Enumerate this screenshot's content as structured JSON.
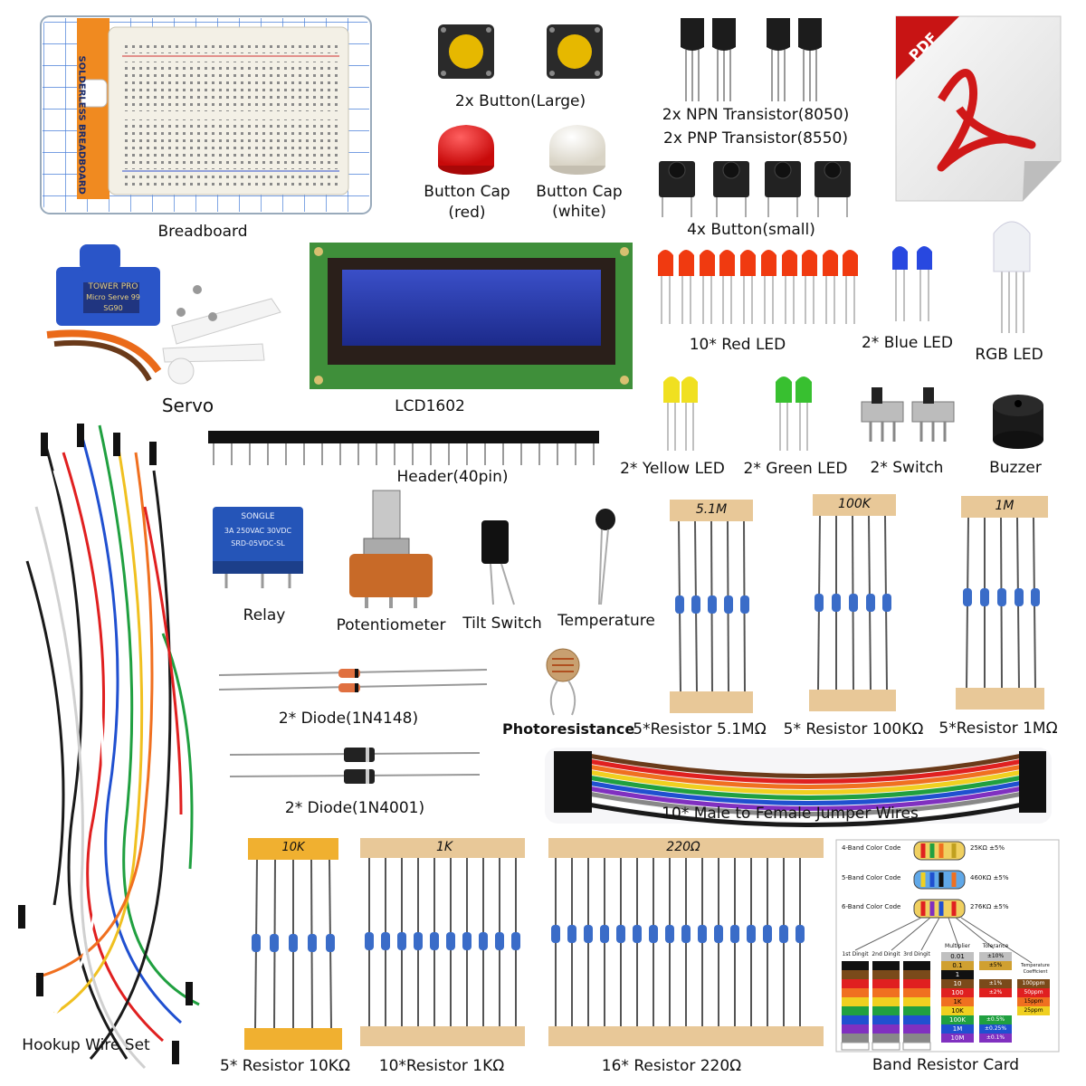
{
  "labels": {
    "breadboard": "Breadboard",
    "breadboard_side": "SOLDERLESS BREADBOARD",
    "button_large": "2x Button(Large)",
    "button_cap_red_1": "Button Cap",
    "button_cap_red_2": "(red)",
    "button_cap_white_1": "Button Cap",
    "button_cap_white_2": "(white)",
    "npn": "2x NPN Transistor(8050)",
    "pnp": "2x PNP Transistor(8550)",
    "button_small": "4x Button(small)",
    "pdf_badge": "PDF",
    "servo": "Servo",
    "servo_brand": "TOWER PRO",
    "servo_model": "Micro Serve 99",
    "servo_code": "SG90",
    "lcd": "LCD1602",
    "red_led": "10* Red LED",
    "blue_led": "2* Blue LED",
    "rgb_led": "RGB LED",
    "header": "Header(40pin)",
    "yellow_led": "2* Yellow LED",
    "green_led": "2* Green LED",
    "switch": "2* Switch",
    "buzzer": "Buzzer",
    "relay": "Relay",
    "relay_brand": "SONGLE",
    "relay_spec1": "3A 250VAC  30VDC",
    "relay_spec2": "SRD-05VDC-SL",
    "potentiometer": "Potentiometer",
    "tilt_switch": "Tilt Switch",
    "temperature": "Temperature",
    "res_51m": "5*Resistor 5.1MΩ",
    "res_100k": "5* Resistor 100KΩ",
    "res_1m": "5*Resistor 1MΩ",
    "tape_51m": "5.1M",
    "tape_100k": "100K",
    "tape_1m": "1M",
    "diode_4148": "2* Diode(1N4148)",
    "photoresistance": "Photoresistance",
    "diode_4001": "2* Diode(1N4001)",
    "jumper": "10* Male to Female Jumper Wires",
    "hookup": "Hookup Wire Set",
    "res_10k": "5* Resistor 10KΩ",
    "res_1k": "10*Resistor 1KΩ",
    "res_220": "16* Resistor 220Ω",
    "tape_10k": "10K",
    "tape_1k": "1K",
    "tape_220": "220Ω",
    "band_card": "Band Resistor Card"
  },
  "band_card": {
    "row1_label": "4-Band Color Code",
    "row1_value": "25KΩ ±5%",
    "row2_label": "5-Band Color Code",
    "row2_value": "460KΩ ±5%",
    "row3_label": "6-Band Color Code",
    "row3_value": "276KΩ ±5%",
    "col_1st": "1st Dingit",
    "col_2nd": "2nd Dingit",
    "col_3rd": "3rd Dingit",
    "col_mult": "Multiplier",
    "col_tol": "Tolerance",
    "col_temp": "Temperature Coefficient",
    "mult_values": [
      "0.01",
      "0.1",
      "1",
      "10",
      "100",
      "1K",
      "10K",
      "100K",
      "1M",
      "10M"
    ],
    "tol_values": [
      "±10%",
      "±5%",
      "±1%",
      "±2%",
      "±0.5%",
      "±0.25%",
      "±0.1%"
    ],
    "temp_values": [
      "100ppm",
      "50ppm",
      "15ppm",
      "25ppm"
    ]
  },
  "colors": {
    "breadboard_blue": "#3a6fd0",
    "breadboard_orange": "#f0a040",
    "lcd_blue": "#2c3fa0",
    "pcb_green": "#3f8f3a",
    "pdf_red": "#d01818",
    "servo_blue": "#2a55c8",
    "relay_blue": "#2555b8"
  }
}
